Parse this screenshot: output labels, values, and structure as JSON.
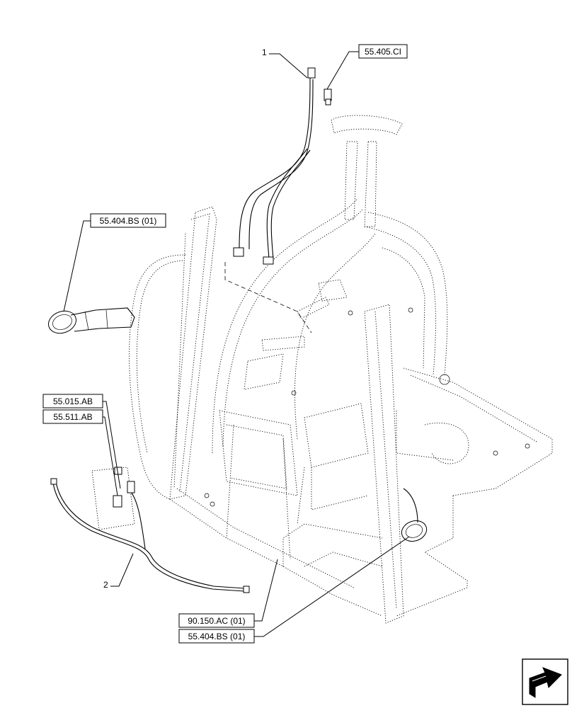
{
  "references": {
    "ref_55_405_ci": "55.405.CI",
    "ref_55_404_bs_top": "55.404.BS (01)",
    "ref_55_015_ab": "55.015.AB",
    "ref_55_511_ab": "55.511.AB",
    "ref_90_150_ac": "90.150.AC (01)",
    "ref_55_404_bs_bottom": "55.404.BS (01)"
  },
  "callouts": {
    "item_1": "1",
    "item_2": "2"
  },
  "icons": {
    "navigation": "next-page-arrow-icon"
  }
}
